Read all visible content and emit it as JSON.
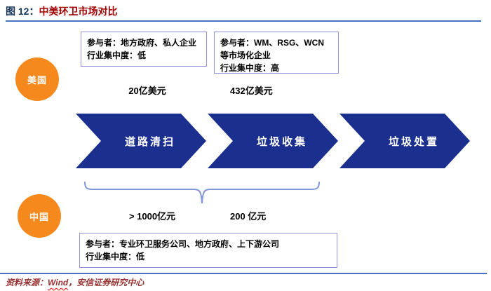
{
  "figure": {
    "label": "图 12：",
    "title": "中美环卫市场对比"
  },
  "colors": {
    "title_label": "#17375E",
    "title_text": "#A00000",
    "rule": "#4472C4",
    "arrow": "#1B2F8F",
    "circle": "#F6891E",
    "box_border": "#9191E0",
    "brace": "#8098D8",
    "source_text": "#993333"
  },
  "us": {
    "circle_label": "美国",
    "boxes": [
      {
        "lines": [
          "参与者：地方政府、私人企业",
          "行业集中度：低"
        ]
      },
      {
        "lines": [
          "参与者：WM、RSG、WCN",
          "等市场化企业",
          "行业集中度：高"
        ]
      }
    ],
    "market_sizes": [
      "20亿美元",
      "432亿美元"
    ]
  },
  "process": {
    "steps": [
      "道路清扫",
      "垃圾收集",
      "垃圾处置"
    ]
  },
  "china": {
    "circle_label": "中国",
    "market_sizes": [
      "> 1000亿元",
      "200 亿元"
    ],
    "box": {
      "lines": [
        "参与者：专业环卫服务公司、地方政府、上下游公司",
        "行业集中度：低"
      ]
    }
  },
  "source": {
    "prefix": "资料来源：",
    "wind": "Wind",
    "rest": "，安信证券研究中心"
  }
}
